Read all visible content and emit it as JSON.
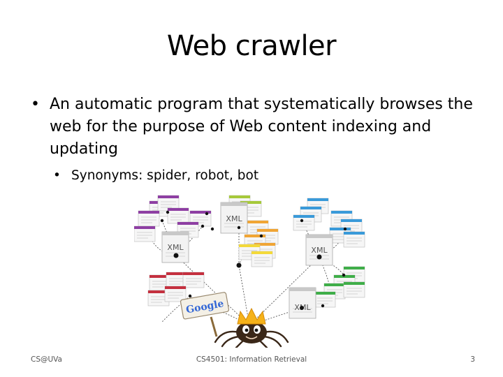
{
  "slide": {
    "title": "Web crawler",
    "bullets": [
      {
        "text": "An automatic program that systematically browses the web for the purpose of Web content indexing and updating",
        "children": [
          {
            "text": "Synonyms: spider, robot, bot"
          }
        ]
      }
    ],
    "bullet_glyph": "•"
  },
  "figure": {
    "xml_labels": [
      "XML",
      "XML",
      "XML",
      "XML"
    ],
    "sign_text": "Google",
    "colors": {
      "purple": "#8e3fa3",
      "lime": "#a6c93a",
      "orange": "#f0a535",
      "blue": "#3a9ad9",
      "red": "#c4303f",
      "yellow": "#f3d93a",
      "green": "#3fae49",
      "gray_header": "#c8c8c8",
      "crown": "#f5b21a",
      "spider": "#3a2718"
    }
  },
  "footer": {
    "left": "CS@UVa",
    "center": "CS4501: Information Retrieval",
    "page_number": "3"
  }
}
